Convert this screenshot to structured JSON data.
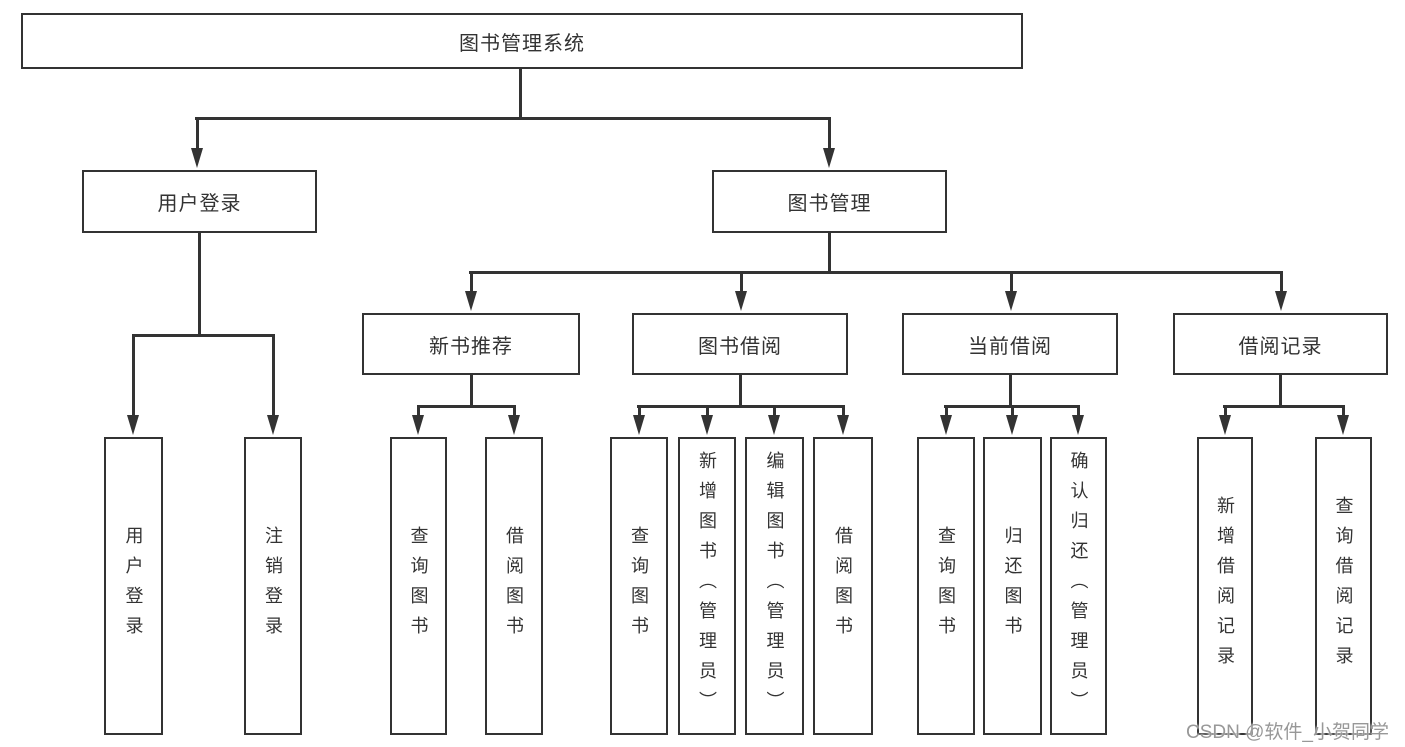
{
  "tree": {
    "label": "图书管理系统",
    "children": [
      {
        "label": "用户登录",
        "children": [
          {
            "label": "用户登录"
          },
          {
            "label": "注销登录"
          }
        ]
      },
      {
        "label": "图书管理",
        "children": [
          {
            "label": "新书推荐",
            "children": [
              {
                "label": "查询图书"
              },
              {
                "label": "借阅图书"
              }
            ]
          },
          {
            "label": "图书借阅",
            "children": [
              {
                "label": "查询图书"
              },
              {
                "label": "新增图书（管理员）"
              },
              {
                "label": "编辑图书（管理员）"
              },
              {
                "label": "借阅图书"
              }
            ]
          },
          {
            "label": "当前借阅",
            "children": [
              {
                "label": "查询图书"
              },
              {
                "label": "归还图书"
              },
              {
                "label": "确认归还（管理员）"
              }
            ]
          },
          {
            "label": "借阅记录",
            "children": [
              {
                "label": "新增借阅记录"
              },
              {
                "label": "查询借阅记录"
              }
            ]
          }
        ]
      }
    ]
  },
  "watermark": "CSDN @软件_小贺同学",
  "colors": {
    "line": "#333333",
    "text": "#333333",
    "watermark": "#989898",
    "background": "#ffffff"
  }
}
